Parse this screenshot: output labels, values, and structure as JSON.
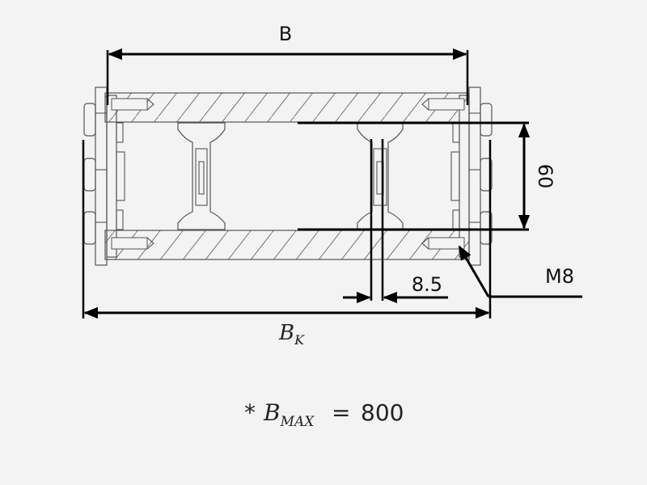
{
  "dimensions": {
    "width_label": "B",
    "height_label": "60",
    "gap_label": "8.5",
    "thread_label": "M8",
    "outer_width_symbol": "B",
    "outer_width_subscript": "K"
  },
  "note": {
    "prefix": "*",
    "symbol": "B",
    "subscript": "MAX",
    "equals": "=",
    "value": "800"
  }
}
